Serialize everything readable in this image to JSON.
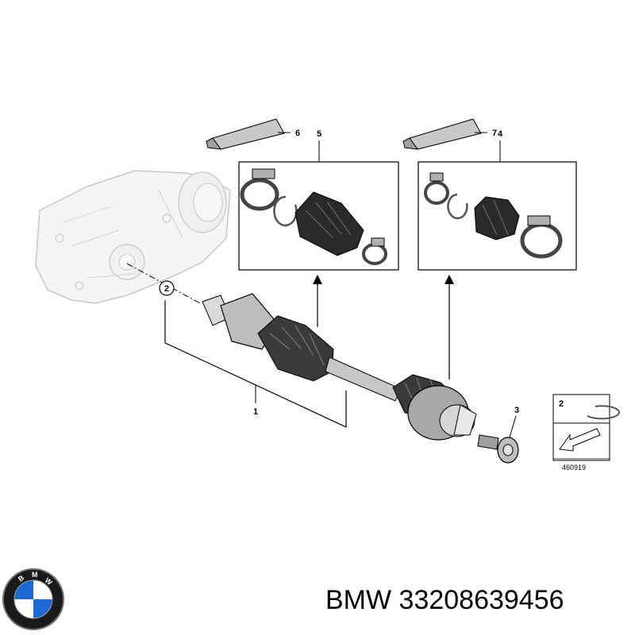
{
  "diagram": {
    "callouts": {
      "c1": "1",
      "c2": "2",
      "c3": "3",
      "c4": "4",
      "c5": "5",
      "c6": "6",
      "c7": "7"
    },
    "legend": {
      "number": "2",
      "code": "460919"
    }
  },
  "footer": {
    "text": "BMW 33208639456",
    "logo_text": "BMW"
  },
  "colors": {
    "line": "#000000",
    "rubber": "#2a2a2a",
    "metal": "#7a7a7a",
    "faded_part": "#d8d8d8"
  }
}
